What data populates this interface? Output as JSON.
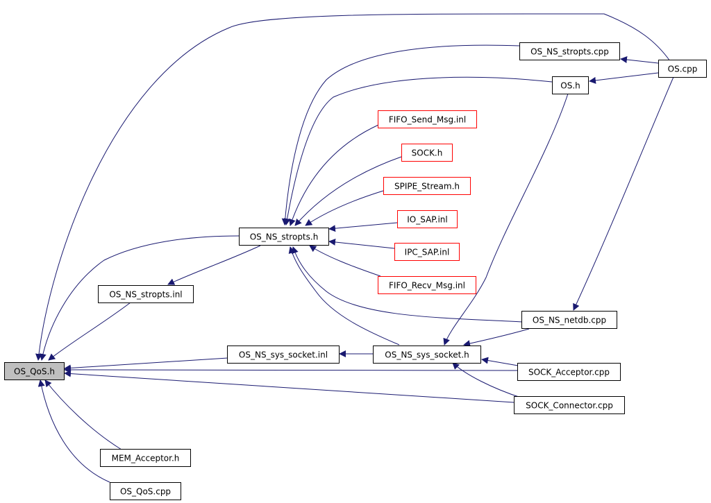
{
  "colors": {
    "edge": "#191970",
    "node_border": "#000000",
    "node_border_red": "#ff0000",
    "focus_fill": "#bfbfbf",
    "node_fill": "#ffffff"
  },
  "nodes": {
    "os_qos_h": "OS_QoS.h",
    "os_ns_stropts_h": "OS_NS_stropts.h",
    "os_ns_stropts_inl": "OS_NS_stropts.inl",
    "os_ns_sys_socket_inl": "OS_NS_sys_socket.inl",
    "os_ns_sys_socket_h": "OS_NS_sys_socket.h",
    "os_ns_stropts_cpp": "OS_NS_stropts.cpp",
    "os_cpp": "OS.cpp",
    "os_h": "OS.h",
    "fifo_send_msg_inl": "FIFO_Send_Msg.inl",
    "sock_h": "SOCK.h",
    "spipe_stream_h": "SPIPE_Stream.h",
    "io_sap_inl": "IO_SAP.inl",
    "ipc_sap_inl": "IPC_SAP.inl",
    "fifo_recv_msg_inl": "FIFO_Recv_Msg.inl",
    "os_ns_netdb_cpp": "OS_NS_netdb.cpp",
    "sock_acceptor_cpp": "SOCK_Acceptor.cpp",
    "sock_connector_cpp": "SOCK_Connector.cpp",
    "mem_acceptor_h": "MEM_Acceptor.h",
    "os_qos_cpp": "OS_QoS.cpp"
  }
}
